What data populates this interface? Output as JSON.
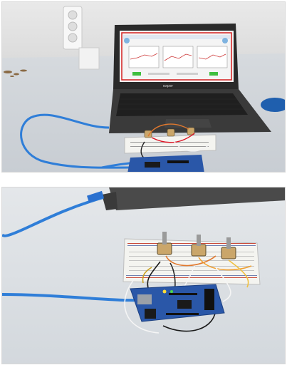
{
  "figure": {
    "panels": [
      {
        "id": "top",
        "content": "laptop-with-monitoring-app-and-arduino-breadboard"
      },
      {
        "id": "bottom",
        "content": "closeup-arduino-mega-with-three-potentiometers"
      }
    ],
    "laptop_brand": "exper",
    "colors": {
      "wall": "#ececec",
      "table": "#d9dde2",
      "usb_cable": "#2f7ed8",
      "board": "#2a57a8",
      "breadboard": "#f4f4f0",
      "screen_border": "#d41f1f"
    }
  }
}
